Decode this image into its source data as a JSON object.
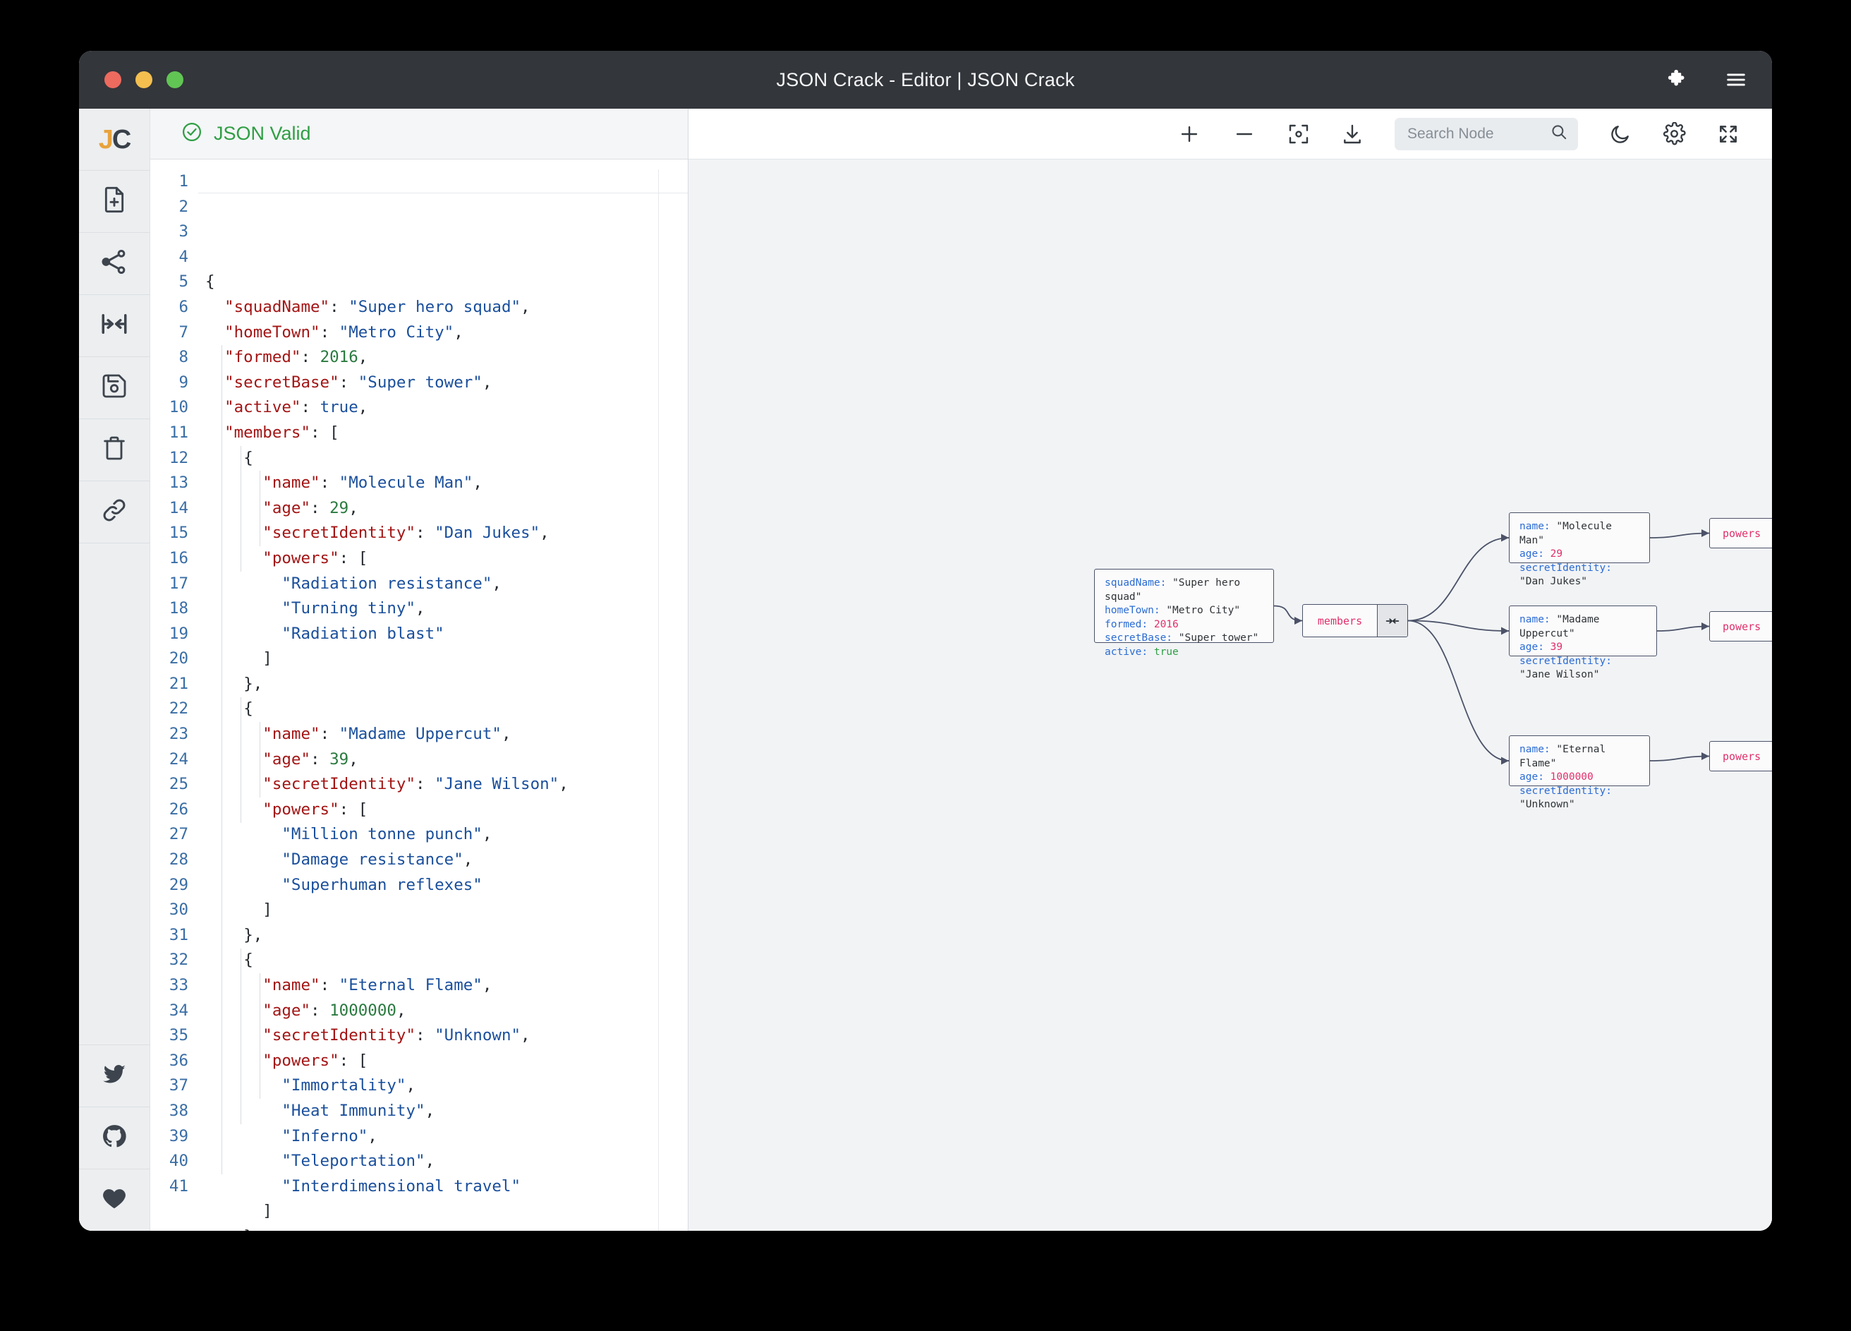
{
  "window": {
    "title": "JSON Crack - Editor | JSON Crack",
    "traffic": [
      "close",
      "minimize",
      "maximize"
    ],
    "extension_icon": "puzzle-icon",
    "menu_icon": "hamburger-menu-icon"
  },
  "rail": {
    "logo": "JC",
    "items": [
      {
        "name": "new-file-icon",
        "label": "New file"
      },
      {
        "name": "share-graph-icon",
        "label": "Share"
      },
      {
        "name": "collapse-arrows-icon",
        "label": "Collapse"
      },
      {
        "name": "save-icon",
        "label": "Save"
      },
      {
        "name": "delete-icon",
        "label": "Delete"
      },
      {
        "name": "link-icon",
        "label": "Link"
      }
    ],
    "bottom_items": [
      {
        "name": "twitter-icon",
        "label": "Twitter"
      },
      {
        "name": "github-icon",
        "label": "GitHub"
      },
      {
        "name": "heart-icon",
        "label": "Support"
      }
    ]
  },
  "editor": {
    "status": "JSON Valid",
    "status_icon": "check-circle-icon",
    "line_numbers": [
      1,
      2,
      3,
      4,
      5,
      6,
      7,
      8,
      9,
      10,
      11,
      12,
      13,
      14,
      15,
      16,
      17,
      18,
      19,
      20,
      21,
      22,
      23,
      24,
      25,
      26,
      27,
      28,
      29,
      30,
      31,
      32,
      33,
      34,
      35,
      36,
      37,
      38,
      39,
      40,
      41
    ],
    "lines": [
      {
        "indent": 0,
        "tokens": [
          {
            "t": "{",
            "c": "p"
          }
        ]
      },
      {
        "indent": 1,
        "tokens": [
          {
            "t": "\"squadName\"",
            "c": "k"
          },
          {
            "t": ": ",
            "c": "p"
          },
          {
            "t": "\"Super hero squad\"",
            "c": "s"
          },
          {
            "t": ",",
            "c": "p"
          }
        ]
      },
      {
        "indent": 1,
        "tokens": [
          {
            "t": "\"homeTown\"",
            "c": "k"
          },
          {
            "t": ": ",
            "c": "p"
          },
          {
            "t": "\"Metro City\"",
            "c": "s"
          },
          {
            "t": ",",
            "c": "p"
          }
        ]
      },
      {
        "indent": 1,
        "tokens": [
          {
            "t": "\"formed\"",
            "c": "k"
          },
          {
            "t": ": ",
            "c": "p"
          },
          {
            "t": "2016",
            "c": "n"
          },
          {
            "t": ",",
            "c": "p"
          }
        ]
      },
      {
        "indent": 1,
        "tokens": [
          {
            "t": "\"secretBase\"",
            "c": "k"
          },
          {
            "t": ": ",
            "c": "p"
          },
          {
            "t": "\"Super tower\"",
            "c": "s"
          },
          {
            "t": ",",
            "c": "p"
          }
        ]
      },
      {
        "indent": 1,
        "tokens": [
          {
            "t": "\"active\"",
            "c": "k"
          },
          {
            "t": ": ",
            "c": "p"
          },
          {
            "t": "true",
            "c": "b"
          },
          {
            "t": ",",
            "c": "p"
          }
        ]
      },
      {
        "indent": 1,
        "tokens": [
          {
            "t": "\"members\"",
            "c": "k"
          },
          {
            "t": ": [",
            "c": "p"
          }
        ]
      },
      {
        "indent": 2,
        "tokens": [
          {
            "t": "{",
            "c": "p"
          }
        ]
      },
      {
        "indent": 3,
        "tokens": [
          {
            "t": "\"name\"",
            "c": "k"
          },
          {
            "t": ": ",
            "c": "p"
          },
          {
            "t": "\"Molecule Man\"",
            "c": "s"
          },
          {
            "t": ",",
            "c": "p"
          }
        ]
      },
      {
        "indent": 3,
        "tokens": [
          {
            "t": "\"age\"",
            "c": "k"
          },
          {
            "t": ": ",
            "c": "p"
          },
          {
            "t": "29",
            "c": "n"
          },
          {
            "t": ",",
            "c": "p"
          }
        ]
      },
      {
        "indent": 3,
        "tokens": [
          {
            "t": "\"secretIdentity\"",
            "c": "k"
          },
          {
            "t": ": ",
            "c": "p"
          },
          {
            "t": "\"Dan Jukes\"",
            "c": "s"
          },
          {
            "t": ",",
            "c": "p"
          }
        ]
      },
      {
        "indent": 3,
        "tokens": [
          {
            "t": "\"powers\"",
            "c": "k"
          },
          {
            "t": ": [",
            "c": "p"
          }
        ]
      },
      {
        "indent": 4,
        "tokens": [
          {
            "t": "\"Radiation resistance\"",
            "c": "s"
          },
          {
            "t": ",",
            "c": "p"
          }
        ]
      },
      {
        "indent": 4,
        "tokens": [
          {
            "t": "\"Turning tiny\"",
            "c": "s"
          },
          {
            "t": ",",
            "c": "p"
          }
        ]
      },
      {
        "indent": 4,
        "tokens": [
          {
            "t": "\"Radiation blast\"",
            "c": "s"
          }
        ]
      },
      {
        "indent": 3,
        "tokens": [
          {
            "t": "]",
            "c": "p"
          }
        ]
      },
      {
        "indent": 2,
        "tokens": [
          {
            "t": "},",
            "c": "p"
          }
        ]
      },
      {
        "indent": 2,
        "tokens": [
          {
            "t": "{",
            "c": "p"
          }
        ]
      },
      {
        "indent": 3,
        "tokens": [
          {
            "t": "\"name\"",
            "c": "k"
          },
          {
            "t": ": ",
            "c": "p"
          },
          {
            "t": "\"Madame Uppercut\"",
            "c": "s"
          },
          {
            "t": ",",
            "c": "p"
          }
        ]
      },
      {
        "indent": 3,
        "tokens": [
          {
            "t": "\"age\"",
            "c": "k"
          },
          {
            "t": ": ",
            "c": "p"
          },
          {
            "t": "39",
            "c": "n"
          },
          {
            "t": ",",
            "c": "p"
          }
        ]
      },
      {
        "indent": 3,
        "tokens": [
          {
            "t": "\"secretIdentity\"",
            "c": "k"
          },
          {
            "t": ": ",
            "c": "p"
          },
          {
            "t": "\"Jane Wilson\"",
            "c": "s"
          },
          {
            "t": ",",
            "c": "p"
          }
        ]
      },
      {
        "indent": 3,
        "tokens": [
          {
            "t": "\"powers\"",
            "c": "k"
          },
          {
            "t": ": [",
            "c": "p"
          }
        ]
      },
      {
        "indent": 4,
        "tokens": [
          {
            "t": "\"Million tonne punch\"",
            "c": "s"
          },
          {
            "t": ",",
            "c": "p"
          }
        ]
      },
      {
        "indent": 4,
        "tokens": [
          {
            "t": "\"Damage resistance\"",
            "c": "s"
          },
          {
            "t": ",",
            "c": "p"
          }
        ]
      },
      {
        "indent": 4,
        "tokens": [
          {
            "t": "\"Superhuman reflexes\"",
            "c": "s"
          }
        ]
      },
      {
        "indent": 3,
        "tokens": [
          {
            "t": "]",
            "c": "p"
          }
        ]
      },
      {
        "indent": 2,
        "tokens": [
          {
            "t": "},",
            "c": "p"
          }
        ]
      },
      {
        "indent": 2,
        "tokens": [
          {
            "t": "{",
            "c": "p"
          }
        ]
      },
      {
        "indent": 3,
        "tokens": [
          {
            "t": "\"name\"",
            "c": "k"
          },
          {
            "t": ": ",
            "c": "p"
          },
          {
            "t": "\"Eternal Flame\"",
            "c": "s"
          },
          {
            "t": ",",
            "c": "p"
          }
        ]
      },
      {
        "indent": 3,
        "tokens": [
          {
            "t": "\"age\"",
            "c": "k"
          },
          {
            "t": ": ",
            "c": "p"
          },
          {
            "t": "1000000",
            "c": "n"
          },
          {
            "t": ",",
            "c": "p"
          }
        ]
      },
      {
        "indent": 3,
        "tokens": [
          {
            "t": "\"secretIdentity\"",
            "c": "k"
          },
          {
            "t": ": ",
            "c": "p"
          },
          {
            "t": "\"Unknown\"",
            "c": "s"
          },
          {
            "t": ",",
            "c": "p"
          }
        ]
      },
      {
        "indent": 3,
        "tokens": [
          {
            "t": "\"powers\"",
            "c": "k"
          },
          {
            "t": ": [",
            "c": "p"
          }
        ]
      },
      {
        "indent": 4,
        "tokens": [
          {
            "t": "\"Immortality\"",
            "c": "s"
          },
          {
            "t": ",",
            "c": "p"
          }
        ]
      },
      {
        "indent": 4,
        "tokens": [
          {
            "t": "\"Heat Immunity\"",
            "c": "s"
          },
          {
            "t": ",",
            "c": "p"
          }
        ]
      },
      {
        "indent": 4,
        "tokens": [
          {
            "t": "\"Inferno\"",
            "c": "s"
          },
          {
            "t": ",",
            "c": "p"
          }
        ]
      },
      {
        "indent": 4,
        "tokens": [
          {
            "t": "\"Teleportation\"",
            "c": "s"
          },
          {
            "t": ",",
            "c": "p"
          }
        ]
      },
      {
        "indent": 4,
        "tokens": [
          {
            "t": "\"Interdimensional travel\"",
            "c": "s"
          }
        ]
      },
      {
        "indent": 3,
        "tokens": [
          {
            "t": "]",
            "c": "p"
          }
        ]
      },
      {
        "indent": 2,
        "tokens": [
          {
            "t": "}",
            "c": "p"
          }
        ]
      },
      {
        "indent": 1,
        "tokens": [
          {
            "t": "]",
            "c": "p"
          }
        ]
      },
      {
        "indent": 0,
        "tokens": [
          {
            "t": "}",
            "c": "p"
          }
        ]
      }
    ]
  },
  "toolbar": {
    "zoom_in_icon": "plus-icon",
    "zoom_out_icon": "minus-icon",
    "center_icon": "focus-center-icon",
    "download_icon": "download-icon",
    "search_placeholder": "Search Node",
    "search_value": "",
    "search_icon": "search-icon",
    "theme_icon": "moon-icon",
    "settings_icon": "gear-icon",
    "fullscreen_icon": "fullscreen-icon"
  },
  "graph": {
    "root": {
      "rows": [
        {
          "key": "squadName",
          "value": "\"Super hero squad\"",
          "type": "str"
        },
        {
          "key": "homeTown",
          "value": "\"Metro City\"",
          "type": "str"
        },
        {
          "key": "formed",
          "value": "2016",
          "type": "num"
        },
        {
          "key": "secretBase",
          "value": "\"Super tower\"",
          "type": "str"
        },
        {
          "key": "active",
          "value": "true",
          "type": "bool"
        }
      ]
    },
    "members_label": "members",
    "expander_icon": "collapse-arrows-icon",
    "members": [
      {
        "rows": [
          {
            "key": "name",
            "value": "\"Molecule Man\"",
            "type": "str"
          },
          {
            "key": "age",
            "value": "29",
            "type": "num"
          },
          {
            "key": "secretIdentity",
            "value": "\"Dan Jukes\"",
            "type": "str"
          }
        ],
        "powers_label": "powers",
        "powers": [
          "Radiation resistance",
          "Turning tiny",
          "Radiation blast"
        ]
      },
      {
        "rows": [
          {
            "key": "name",
            "value": "\"Madame Uppercut\"",
            "type": "str"
          },
          {
            "key": "age",
            "value": "39",
            "type": "num"
          },
          {
            "key": "secretIdentity",
            "value": "\"Jane Wilson\"",
            "type": "str"
          }
        ],
        "powers_label": "powers",
        "powers": [
          "Million tonne punch",
          "Damage resistance",
          "Superhuman reflexes"
        ]
      },
      {
        "rows": [
          {
            "key": "name",
            "value": "\"Eternal Flame\"",
            "type": "str"
          },
          {
            "key": "age",
            "value": "1000000",
            "type": "num"
          },
          {
            "key": "secretIdentity",
            "value": "\"Unknown\"",
            "type": "str"
          }
        ],
        "powers_label": "powers",
        "powers": [
          "Immortality",
          "Heat Immunity",
          "Inferno",
          "Teleportation",
          "Interdimensional travel"
        ]
      }
    ]
  },
  "colors": {
    "titlebar": "#33363b",
    "valid_green": "#2f9e44",
    "node_border": "#4b5268",
    "node_key": "#2b6cd4",
    "node_number": "#e0306a",
    "leaf_text": "#2f7a43",
    "canvas_bg": "#f1f3f5",
    "logo_accent": "#e8a33d"
  }
}
